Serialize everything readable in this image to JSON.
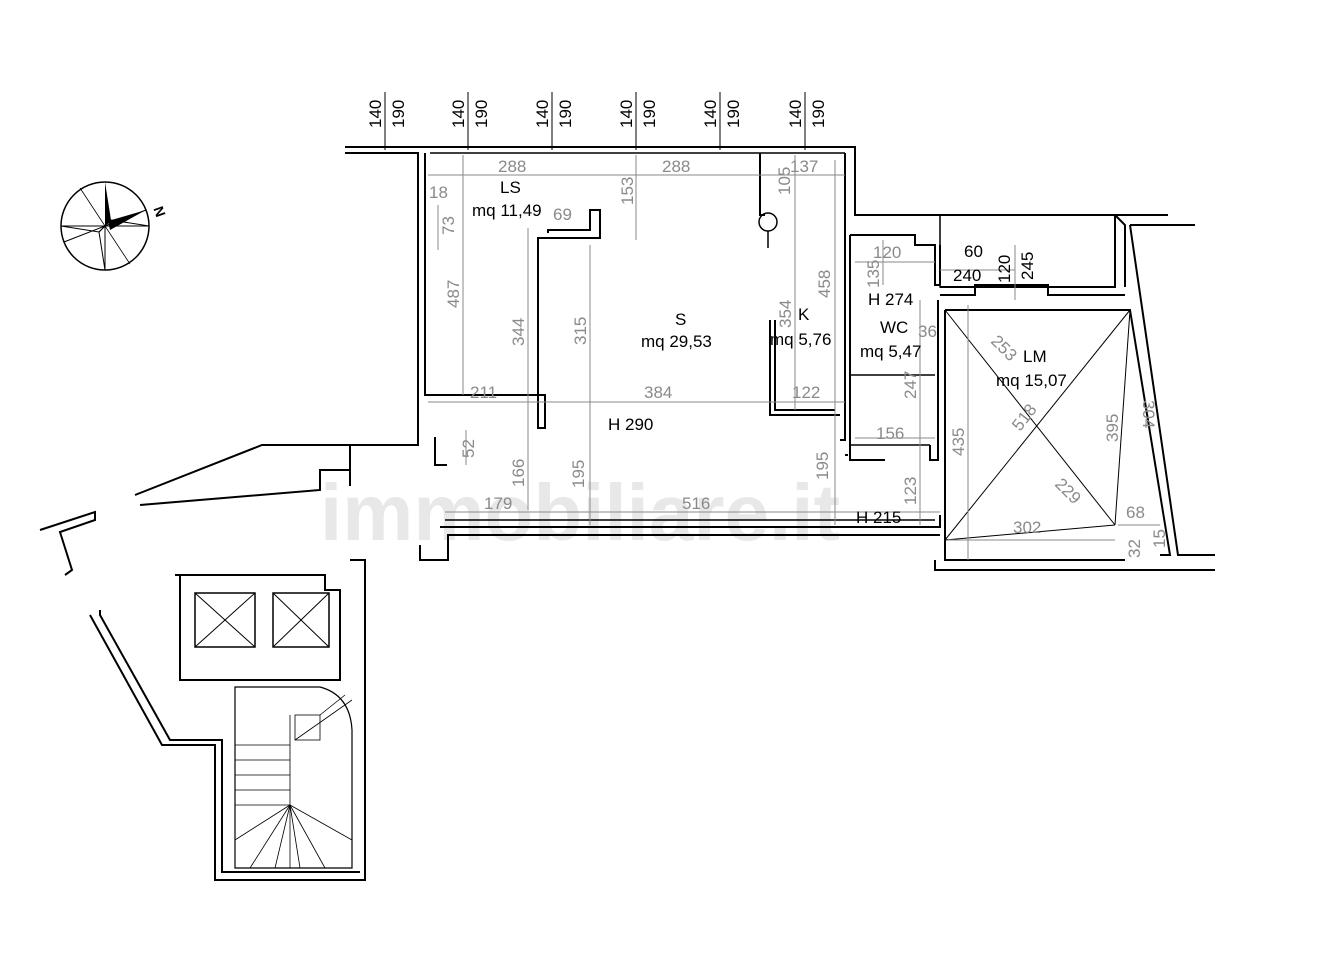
{
  "watermark": "immobiliare.it",
  "compass_label": "N",
  "windows": [
    {
      "width": "140",
      "height": "190"
    },
    {
      "width": "140",
      "height": "190"
    },
    {
      "width": "140",
      "height": "190"
    },
    {
      "width": "140",
      "height": "190"
    },
    {
      "width": "140",
      "height": "190"
    },
    {
      "width": "140",
      "height": "190"
    }
  ],
  "small_window": {
    "a": "60",
    "b": "240",
    "c": "120",
    "d": "245"
  },
  "rooms": {
    "ls": {
      "name": "LS",
      "area": "mq 11,49"
    },
    "s": {
      "name": "S",
      "area": "mq 29,53",
      "height": "H 290"
    },
    "k": {
      "name": "K",
      "area": "mq 5,76"
    },
    "wc": {
      "name": "WC",
      "area": "mq 5,47",
      "height": "H 274"
    },
    "lm": {
      "name": "LM",
      "area": "mq 15,07"
    },
    "corridor": {
      "height": "H 215"
    }
  },
  "dimensions": {
    "d288a": "288",
    "d288b": "288",
    "d137": "137",
    "d18": "18",
    "d69": "69",
    "d153": "153",
    "d105": "105",
    "d73": "73",
    "d487": "487",
    "d344": "344",
    "d315": "315",
    "d354": "354",
    "d458": "458",
    "d211": "211",
    "d384": "384",
    "d122": "122",
    "d52": "52",
    "d166": "166",
    "d195a": "195",
    "d195b": "195",
    "d179": "179",
    "d516": "516",
    "d120": "120",
    "d135": "135",
    "d36": "36",
    "d247": "247",
    "d156": "156",
    "d123": "123",
    "d435": "435",
    "d253": "253",
    "d518": "518",
    "d395": "395",
    "d304": "304",
    "d229": "229",
    "d302": "302",
    "d68": "68",
    "d32": "32",
    "d15": "15"
  }
}
